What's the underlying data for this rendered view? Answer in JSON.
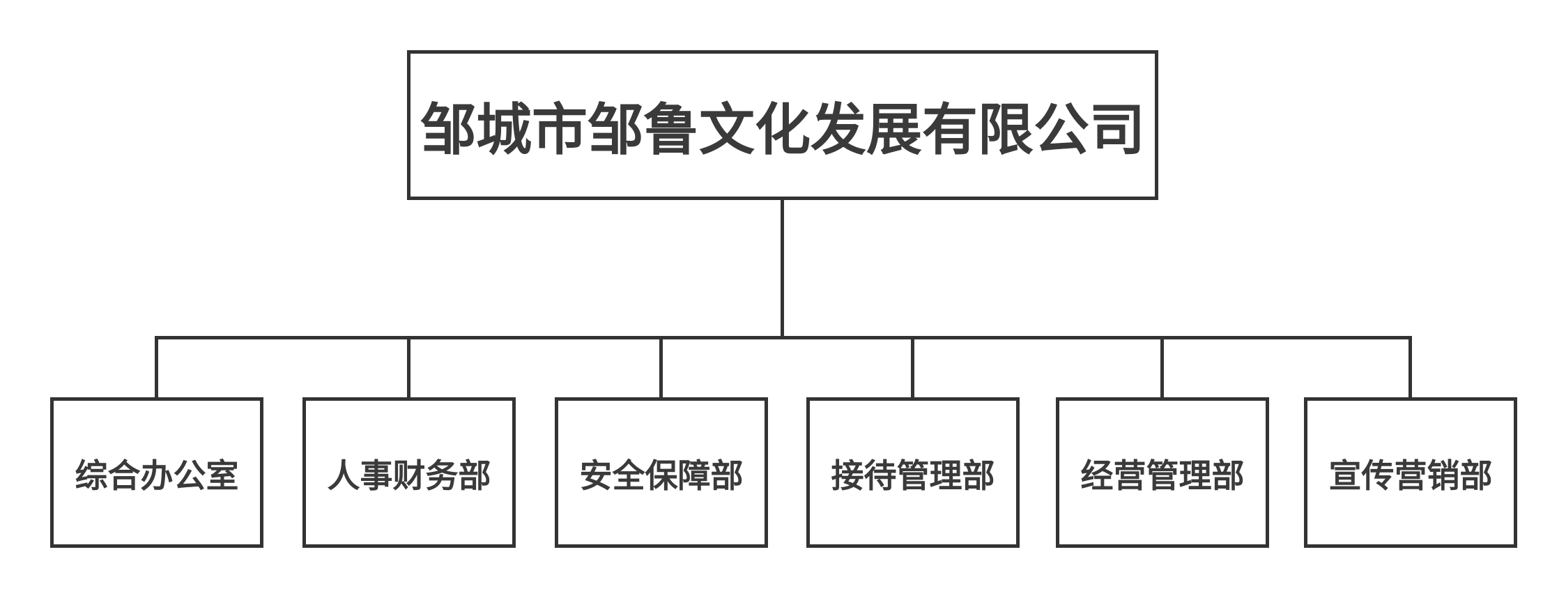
{
  "org_chart": {
    "root": {
      "label": "邹城市邹鲁文化发展有限公司"
    },
    "departments": [
      {
        "label": "综合办公室"
      },
      {
        "label": "人事财务部"
      },
      {
        "label": "安全保障部"
      },
      {
        "label": "接待管理部"
      },
      {
        "label": "经营管理部"
      },
      {
        "label": "宣传营销部"
      }
    ]
  },
  "colors": {
    "border": "#333333",
    "text": "#3a3a3a",
    "background": "#ffffff"
  }
}
